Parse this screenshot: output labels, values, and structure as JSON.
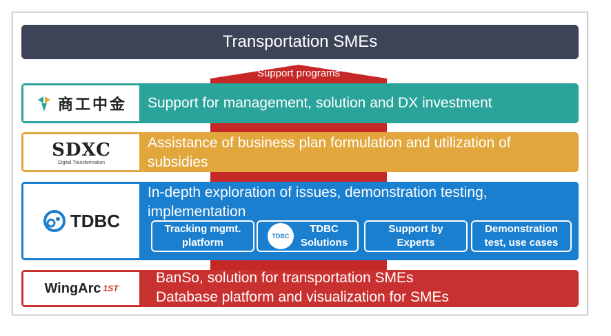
{
  "top": {
    "title": "Transportation SMEs"
  },
  "arrow": {
    "label": "Support programs",
    "color": "#c62828"
  },
  "rows": [
    {
      "logo_text": "商工中金",
      "text": "Support for management, solution and DX investment",
      "color": "#2aa39a"
    },
    {
      "logo_text": "SDXC",
      "logo_sub": "Digital Transformation",
      "text_line1": "Assistance of business plan formulation and utilization of",
      "text_line2": "subsidies",
      "color": "#e2a73c"
    },
    {
      "logo_text": "TDBC",
      "text_line1": "In-depth exploration of issues, demonstration testing,",
      "text_line2": "implementation",
      "color": "#1a7fcf",
      "sub_items": [
        {
          "line1": "Tracking mgmt.",
          "line2": "platform"
        },
        {
          "line1": "TDBC",
          "line2": "Solutions",
          "badge": "TDBC"
        },
        {
          "line1": "Support by",
          "line2": "Experts"
        },
        {
          "line1": "Demonstration",
          "line2": "test, use cases"
        }
      ]
    },
    {
      "logo_text": "WingArc",
      "logo_mark": "1ST",
      "text_line1": "BanSo, solution for transportation SMEs",
      "text_line2": "Database platform and visualization for SMEs",
      "color": "#c93130"
    }
  ]
}
